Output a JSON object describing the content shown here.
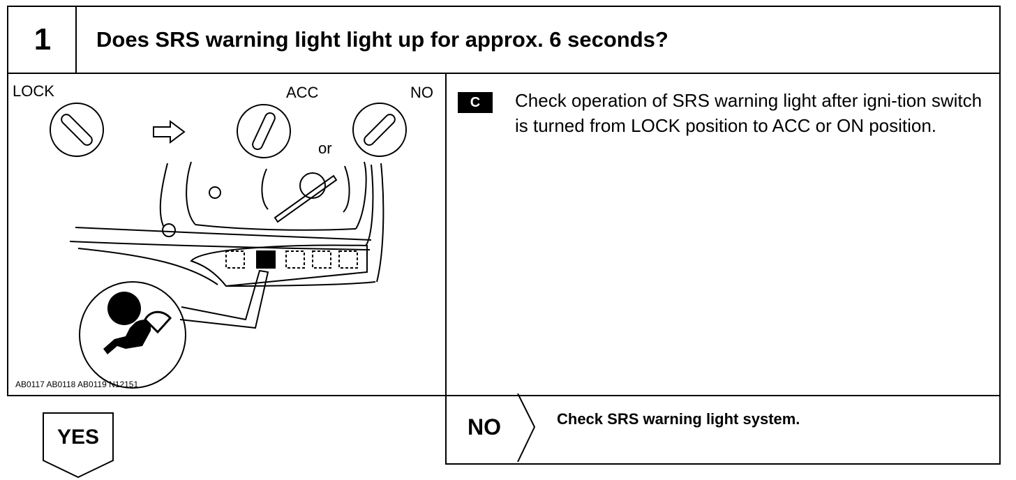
{
  "step": {
    "number": "1",
    "title": "Does SRS warning light light up for approx. 6 seconds?"
  },
  "illustration": {
    "labels": {
      "lock": "LOCK",
      "acc": "ACC",
      "on": "NO",
      "or": "or"
    },
    "code": "AB0117 AB0118 AB0119 N12151"
  },
  "description": {
    "badge": "C",
    "text": "Check operation of SRS warning light after igni-tion switch is turned from LOCK position to ACC or ON position."
  },
  "no_branch": {
    "label": "NO",
    "text": "Check SRS warning light system."
  },
  "yes_branch": {
    "label": "YES"
  }
}
